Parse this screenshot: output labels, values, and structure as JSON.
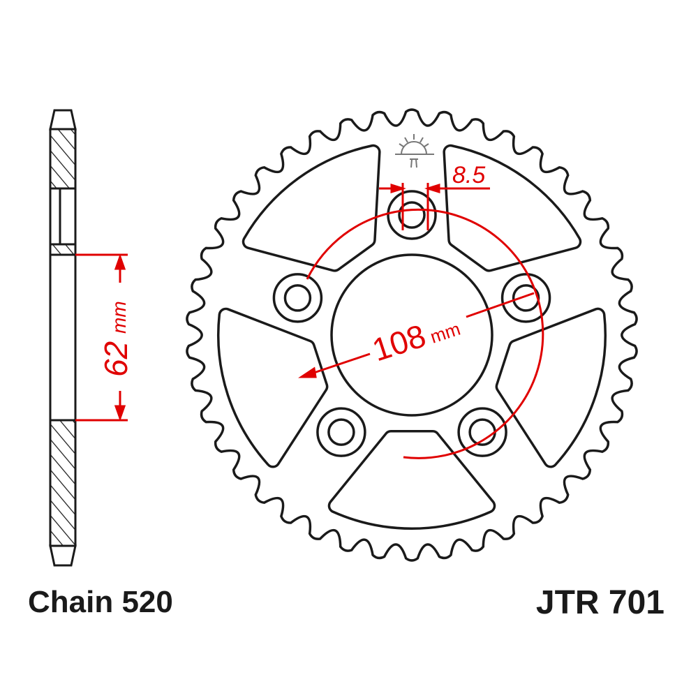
{
  "labels": {
    "chain": "Chain 520",
    "part_number": "JTR 701"
  },
  "dimensions": {
    "bolt_hole": "8.5",
    "pcd_value": "108",
    "pcd_unit": "mm",
    "center_bore_value": "62",
    "center_bore_unit": "mm"
  },
  "sprocket": {
    "teeth": 42,
    "bolts": 5
  },
  "colors": {
    "outline": "#1a1a1a",
    "dimension": "#e00000"
  },
  "logo": {
    "icon": "rising-sun-logo-icon"
  }
}
